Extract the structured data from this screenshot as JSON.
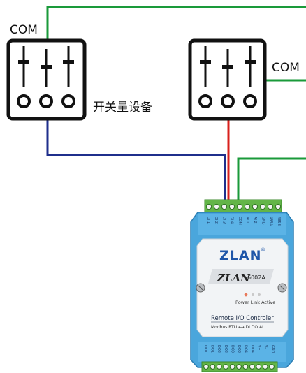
{
  "labels": {
    "com_left": "COM",
    "com_right": "COM",
    "device_label": "开关量设备"
  },
  "module": {
    "logo": "ZLAN",
    "model_brand": "ZLAN",
    "model_number": "6002A",
    "led_labels": "Power Link Active",
    "title": "Remote I/O Controler",
    "subtitle": "Modbus RTU ⟷ DI DO AI",
    "top_pins": [
      "DI 1",
      "DI 2",
      "DI 3",
      "DI 4",
      "COM",
      "AI 1",
      "AI 2",
      "GND",
      "485A",
      "485B"
    ],
    "bottom_pins": [
      "DO1",
      "DO1",
      "DO2",
      "DO2",
      "DO3",
      "DO3",
      "DO4",
      "DO4",
      "V+",
      "V-",
      "GND"
    ]
  },
  "colors": {
    "wire_green": "#1a9a3a",
    "wire_blue": "#1f2f8c",
    "wire_red": "#d8201c",
    "module_body": "#4aa6dc",
    "module_panel": "#f2f4f6",
    "terminal_green": "#63b548"
  }
}
